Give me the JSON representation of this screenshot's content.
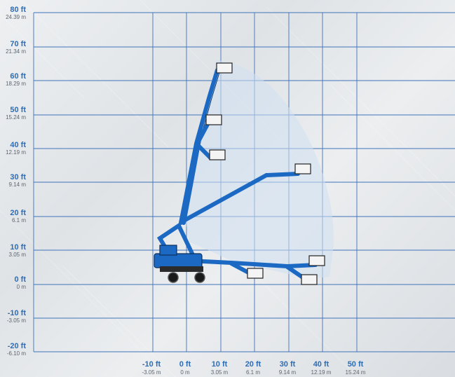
{
  "y_axis": [
    {
      "ft": "80 ft",
      "m": "24.39 m"
    },
    {
      "ft": "70 ft",
      "m": "21.34 m"
    },
    {
      "ft": "60 ft",
      "m": "18.29 m"
    },
    {
      "ft": "50 ft",
      "m": "15.24 m"
    },
    {
      "ft": "40 ft",
      "m": "12.19 m"
    },
    {
      "ft": "30 ft",
      "m": "9.14 m"
    },
    {
      "ft": "20 ft",
      "m": "6.1 m"
    },
    {
      "ft": "10 ft",
      "m": "3.05 m"
    },
    {
      "ft": "0 ft",
      "m": "0 m"
    },
    {
      "ft": "-10 ft",
      "m": "-3.05 m"
    },
    {
      "ft": "-20 ft",
      "m": "-6.10 m"
    }
  ],
  "x_axis": [
    {
      "ft": "-10 ft",
      "m": "-3.05 m"
    },
    {
      "ft": "0 ft",
      "m": "0 m"
    },
    {
      "ft": "10 ft",
      "m": "3.05 m"
    },
    {
      "ft": "20 ft",
      "m": "6.1 m"
    },
    {
      "ft": "30 ft",
      "m": "9.14 m"
    },
    {
      "ft": "40 ft",
      "m": "12.19 m"
    },
    {
      "ft": "50 ft",
      "m": "15.24 m"
    }
  ],
  "colors": {
    "grid": "#3f73b8",
    "label_ft": "#2c6db6",
    "label_m": "#5d6670",
    "boom": "#1b69c3",
    "envelope": "#cfe0f3"
  },
  "icons": {
    "machine": "articulating-boom-lift-icon",
    "platform": "platform-basket-icon"
  }
}
